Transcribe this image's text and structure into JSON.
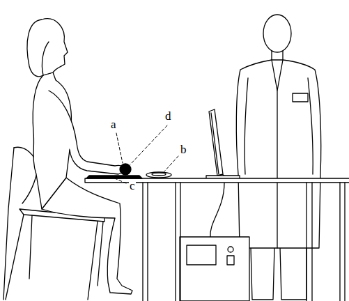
{
  "diagram": {
    "labels": [
      "a",
      "d",
      "b",
      "c"
    ]
  }
}
